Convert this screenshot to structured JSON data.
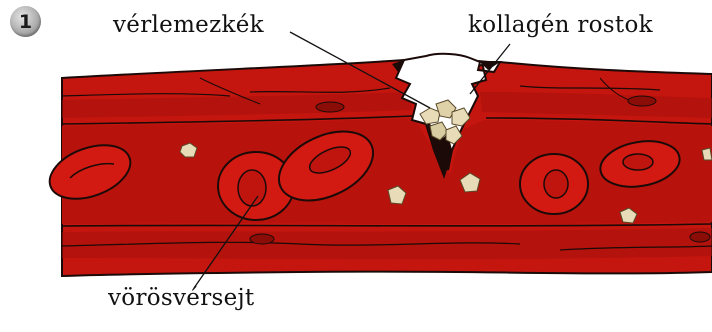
{
  "step_number": "1",
  "labels": {
    "platelets": "vérlemezkék",
    "collagen": "kollagén rostok",
    "red_blood_cell": "vörösvérsejt"
  },
  "colors": {
    "vessel_wall": "#c4150f",
    "vessel_dark": "#8a0d08",
    "lumen": "#b3100c",
    "cell": "#d31a12",
    "platelet": "#e8dcb8",
    "outline": "#1b0a08"
  }
}
